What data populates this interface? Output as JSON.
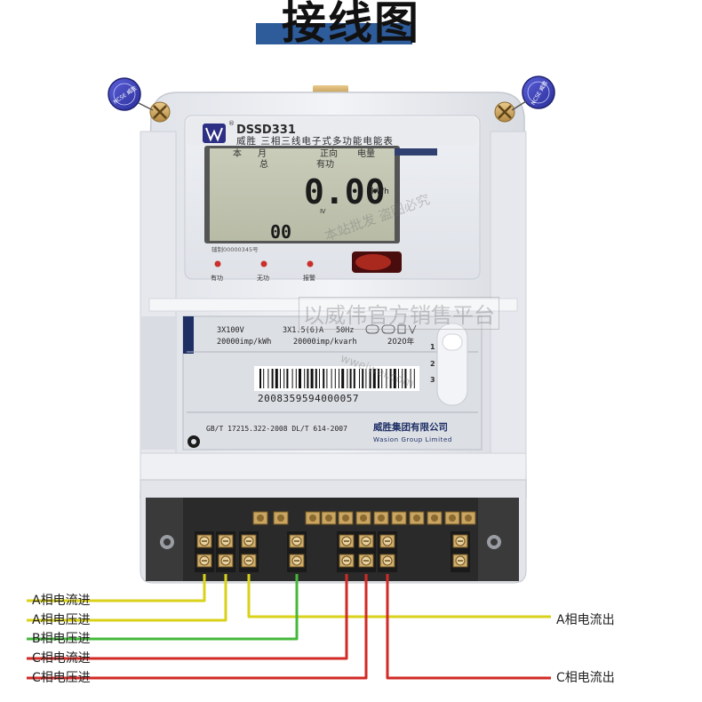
{
  "title": "接线图",
  "meter": {
    "model": "DSSD331",
    "name": "威胜 三相三线电子式多功能电能表",
    "stars": "★★★★★",
    "lcd": {
      "row1": [
        "本",
        "月",
        "正向",
        "电量"
      ],
      "row2": [
        "总",
        "有功"
      ],
      "reading": "0.00",
      "unit": "kWh",
      "small_digits": "00",
      "quadrant": "Ⅳ",
      "cert": "辅制00000345号"
    },
    "indicators": [
      "有功",
      "无功",
      "报警"
    ],
    "nameplate": {
      "voltage": "3X100V",
      "current": "3X1.5(6)A",
      "frequency": "50Hz",
      "imp_kwh": "20000imp/kWh",
      "imp_kvarh": "20000imp/kvarh",
      "year": "2020年",
      "barcode_number": "2008359594000057",
      "standards": "GB/T 17215.322-2008  DL/T 614-2007",
      "company_cn": "威胜集团有限公司",
      "company_en": "Wasion Group Limited",
      "side_numbers": [
        "1",
        "2",
        "3"
      ]
    },
    "seal_text": "NCSE 威胜"
  },
  "watermarks": {
    "big": "以威伟官方销售平台",
    "diag1": "本站批发 盗图必究",
    "diag2": "wweiwei.com"
  },
  "wires": {
    "left_labels": [
      "A相电流进",
      "A相电压进",
      "B相电压进",
      "C相电流进",
      "C相电压进"
    ],
    "right_labels": [
      "A相电流出",
      "C相电流出"
    ],
    "colors": {
      "yellow": "#d9d21a",
      "green": "#45b83b",
      "red": "#d22a25"
    }
  }
}
